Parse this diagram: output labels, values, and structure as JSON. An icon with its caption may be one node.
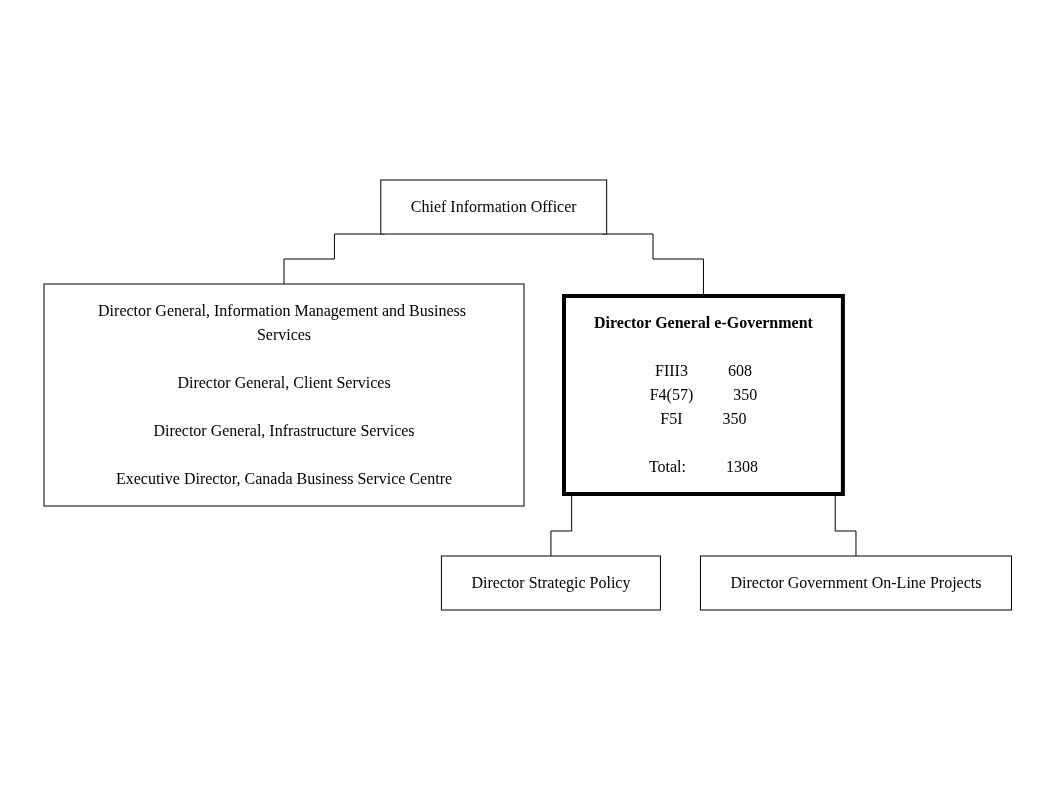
{
  "diagram": {
    "nodes": [
      {
        "text": [
          "Chief Information Officer"
        ]
      },
      {
        "text": [
          "Director General, Information Management and Business Services",
          "Director General, Client Services",
          "Director General, Infrastructure Services",
          "Executive Director, Canada Business Service Centre"
        ]
      },
      {
        "text": [
          "Director General e-Government",
          "FIII3",
          "608",
          "F4(57)",
          "350",
          "F5I",
          "350",
          "Total:",
          "1308"
        ]
      },
      {
        "text": [
          "Director Strategic Policy"
        ]
      },
      {
        "text": [
          "Director Government On-Line Projects"
        ]
      }
    ],
    "edges": [
      {
        "from": 0,
        "to": 1,
        "arrow": "none"
      },
      {
        "from": 0,
        "to": 2,
        "arrow": "none"
      },
      {
        "from": 2,
        "to": 3,
        "arrow": "none"
      },
      {
        "from": 2,
        "to": 4,
        "arrow": "none"
      }
    ]
  }
}
